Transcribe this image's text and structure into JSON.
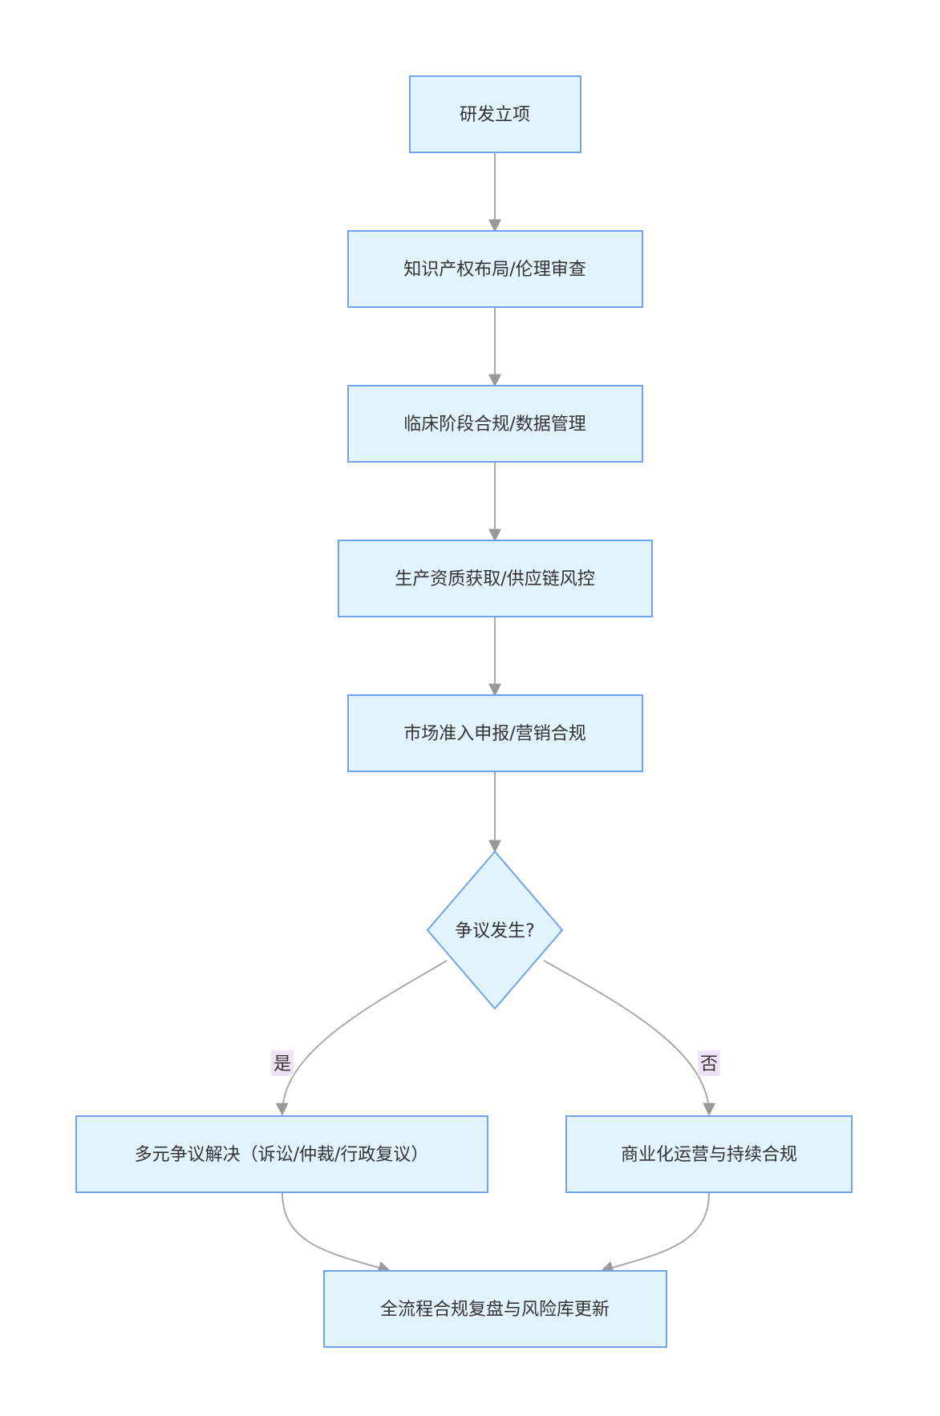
{
  "diagram": {
    "nodes": {
      "n1": "研发立项",
      "n2": "知识产权布局/伦理审查",
      "n3": "临床阶段合规/数据管理",
      "n4": "生产资质获取/供应链风控",
      "n5": "市场准入申报/营销合规",
      "n6": "争议发生?",
      "n7": "多元争议解决（诉讼/仲裁/行政复议）",
      "n8": "商业化运营与持续合规",
      "n9": "全流程合规复盘与风险库更新"
    },
    "edges": [
      {
        "from": "n1",
        "to": "n2",
        "label": ""
      },
      {
        "from": "n2",
        "to": "n3",
        "label": ""
      },
      {
        "from": "n3",
        "to": "n4",
        "label": ""
      },
      {
        "from": "n4",
        "to": "n5",
        "label": ""
      },
      {
        "from": "n5",
        "to": "n6",
        "label": ""
      },
      {
        "from": "n6",
        "to": "n7",
        "label": "是"
      },
      {
        "from": "n6",
        "to": "n8",
        "label": "否"
      },
      {
        "from": "n7",
        "to": "n9",
        "label": ""
      },
      {
        "from": "n8",
        "to": "n9",
        "label": ""
      }
    ],
    "colors": {
      "node_fill": "#e3f3fb",
      "node_stroke": "#6ea3f0",
      "edge": "#aaaaaa",
      "label_bg": "#efe4f7",
      "text": "#333333"
    }
  }
}
